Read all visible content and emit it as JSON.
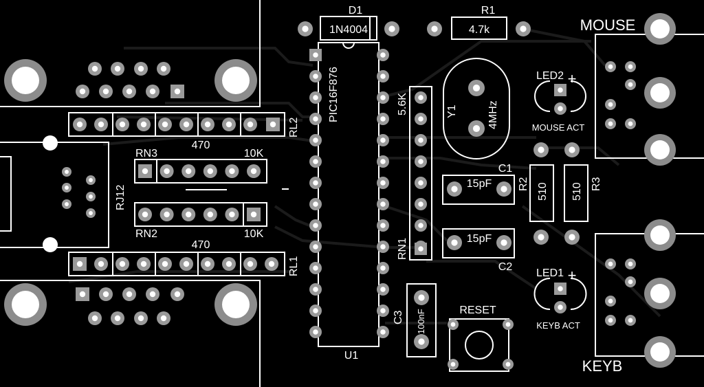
{
  "labels": {
    "d1": "D1",
    "d1_value": "1N4004",
    "r1": "R1",
    "r1_value": "4.7k",
    "mouse": "MOUSE",
    "keyb": "KEYB",
    "led2": "LED2",
    "led1": "LED1",
    "led_plus": "+",
    "mouse_act": "MOUSE ACT",
    "keyb_act": "KEYB ACT",
    "mcu": "PIC16F876",
    "u1": "U1",
    "rn1_value": "5.6K",
    "rn1": "RN1",
    "y1": "Y1",
    "y1_value": "4MHz",
    "c1": "C1",
    "c1_value": "15pF",
    "c2": "C2",
    "c2_value": "15pF",
    "c3": "C3",
    "c3_value": "100nF",
    "r2": "R2",
    "r2_value": "510",
    "r3": "R3",
    "r3_value": "510",
    "reset": "RESET",
    "rl2": "RL2",
    "rl1": "RL1",
    "rl_value_top": "470",
    "rl_value_bottom": "470",
    "rn3": "RN3",
    "rn3_value": "10K",
    "rn2": "RN2",
    "rn2_value": "10K",
    "rj12": "RJ12"
  }
}
